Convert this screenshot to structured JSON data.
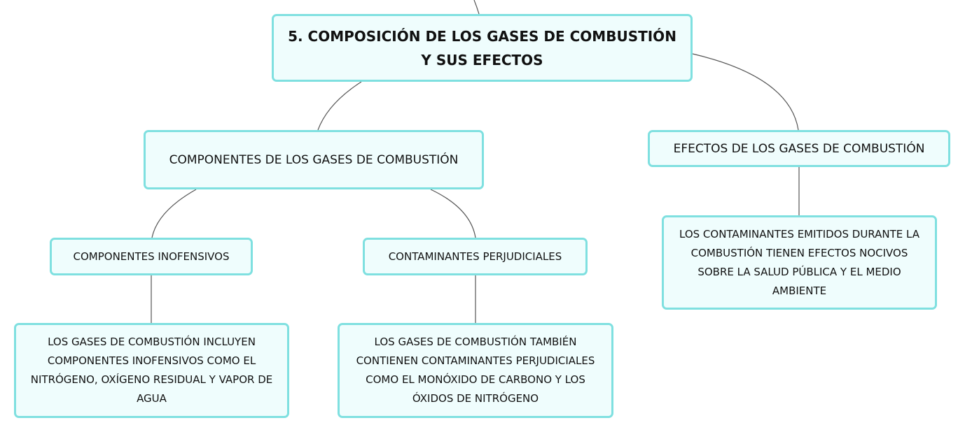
{
  "nodes": {
    "root": "5. COMPOSICIÓN DE LOS GASES DE COMBUSTIÓN Y SUS EFECTOS",
    "components": "COMPONENTES DE LOS GASES DE COMBUSTIÓN",
    "effects": "EFECTOS DE LOS GASES DE COMBUSTIÓN",
    "harmless": "COMPONENTES INOFENSIVOS",
    "harmful": "CONTAMINANTES PERJUDICIALES",
    "harmless_detail": "LOS GASES DE COMBUSTIÓN INCLUYEN COMPONENTES INOFENSIVOS COMO EL NITRÓGENO, OXÍGENO RESIDUAL Y VAPOR DE AGUA",
    "harmful_detail": "LOS GASES DE COMBUSTIÓN TAMBIÉN CONTIENEN CONTAMINANTES PERJUDICIALES COMO EL MONÓXIDO DE CARBONO Y LOS ÓXIDOS DE NITRÓGENO",
    "effects_detail": "LOS CONTAMINANTES EMITIDOS DURANTE LA COMBUSTIÓN TIENEN EFECTOS NOCIVOS SOBRE LA SALUD PÚBLICA Y EL MEDIO AMBIENTE"
  },
  "colors": {
    "node_fill": "#effdfd",
    "node_border": "#7fe0e0",
    "connector": "#555555",
    "text": "#111111"
  }
}
